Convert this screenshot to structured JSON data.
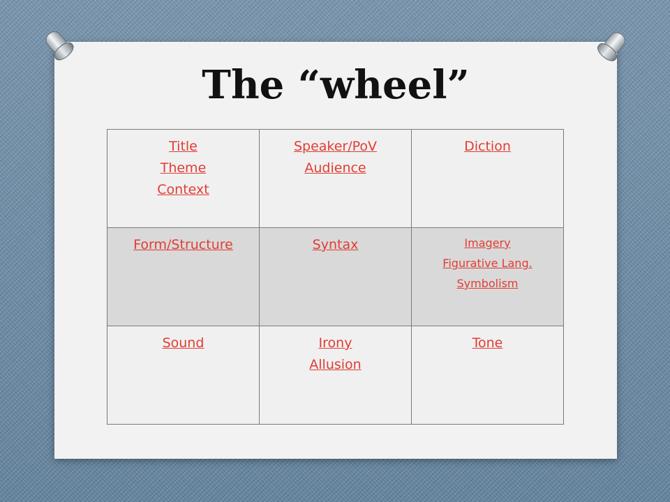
{
  "slide": {
    "title": "The “wheel”"
  },
  "colors": {
    "link": "#e23c33",
    "cell_light": "#f0f0f0",
    "cell_dark": "#d9d9d9",
    "card": "#f2f2f2",
    "background": "#6f8ea8"
  },
  "grid": {
    "rows": [
      [
        {
          "links": [
            "Title",
            "Theme",
            "Context"
          ]
        },
        {
          "links": [
            "Speaker/PoV",
            "Audience"
          ]
        },
        {
          "links": [
            "Diction"
          ]
        }
      ],
      [
        {
          "links": [
            "Form/Structure"
          ]
        },
        {
          "links": [
            "Syntax"
          ]
        },
        {
          "links": [
            "Imagery",
            "Figurative Lang.",
            "Symbolism"
          ]
        }
      ],
      [
        {
          "links": [
            "Sound"
          ]
        },
        {
          "links": [
            "Irony",
            "Allusion"
          ]
        },
        {
          "links": [
            "Tone"
          ]
        }
      ]
    ]
  }
}
